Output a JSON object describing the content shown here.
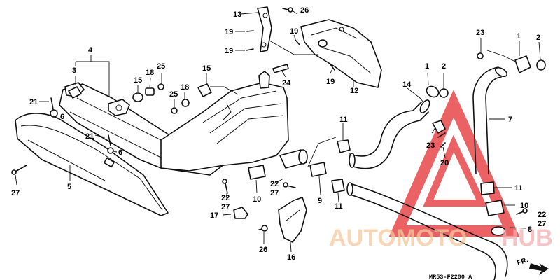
{
  "diagram_code": "MR53-F2200 A",
  "direction_label": "FR.",
  "watermark": {
    "brand_a": "AUTOMOTO",
    "brand_b": "HUB",
    "color_a": "#f6c89b",
    "color_b": "#f3aeb0",
    "triangle_color": "#e8474b"
  },
  "part_numbers": {
    "p1a": "1",
    "p1b": "1",
    "p2a": "2",
    "p2b": "2",
    "p3": "3",
    "p4": "4",
    "p5": "5",
    "p6a": "6",
    "p6b": "6",
    "p7": "7",
    "p8": "8",
    "p9": "9",
    "p10a": "10",
    "p10b": "10",
    "p11a": "11",
    "p11b": "11",
    "p11c": "11",
    "p12": "12",
    "p13": "13",
    "p14": "14",
    "p15a": "15",
    "p15b": "15",
    "p16": "16",
    "p17": "17",
    "p18a": "18",
    "p18b": "18",
    "p19a": "19",
    "p19b": "19",
    "p19c": "19",
    "p19d": "19",
    "p20": "20",
    "p21a": "21",
    "p21b": "21",
    "p22a": "22",
    "p22b": "22",
    "p22c": "22",
    "p23a": "23",
    "p23b": "23",
    "p24": "24",
    "p25a": "25",
    "p25b": "25",
    "p26a": "26",
    "p26b": "26",
    "p27a": "27",
    "p27b": "27",
    "p27c": "27",
    "p27d": "27"
  }
}
